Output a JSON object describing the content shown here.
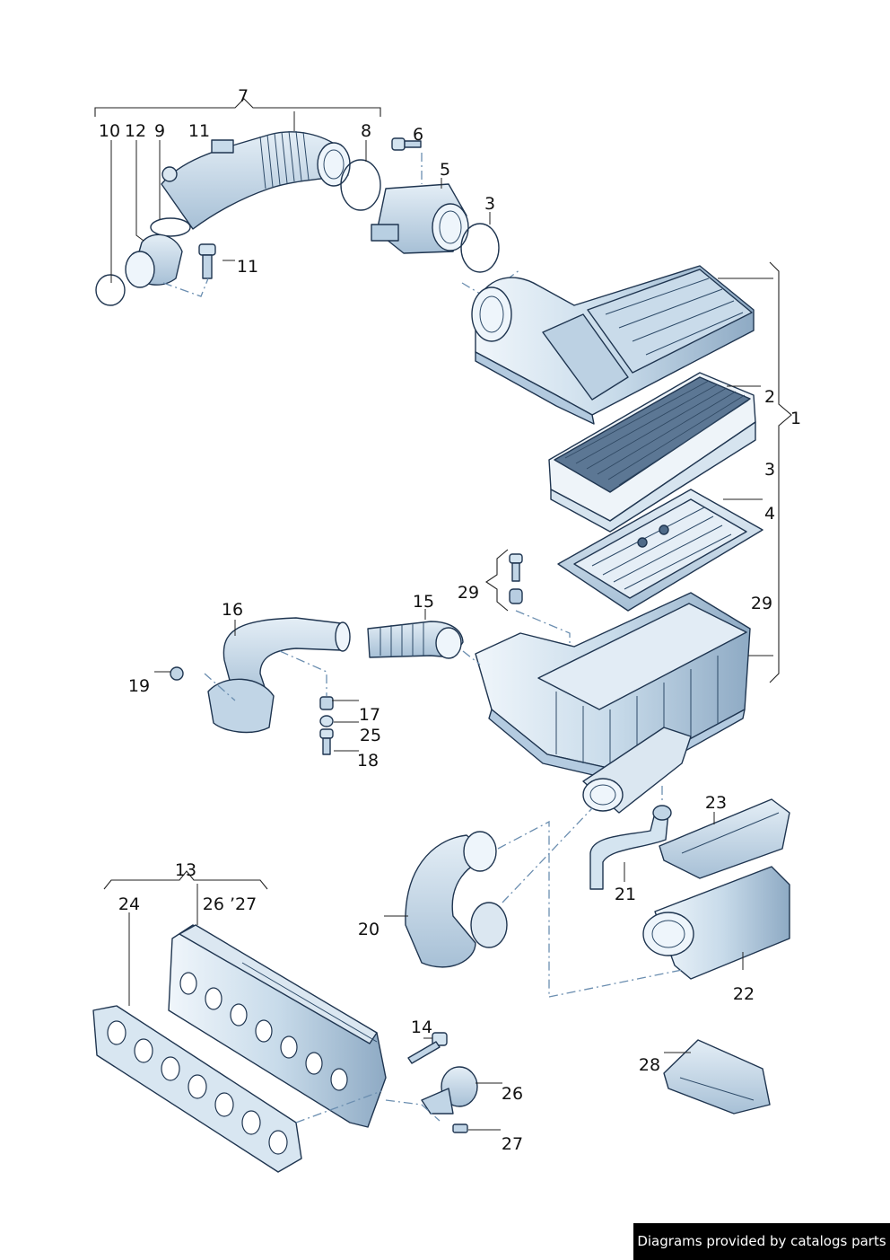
{
  "diagram": {
    "labels": [
      {
        "id": "p7",
        "text": "7"
      },
      {
        "id": "p10",
        "text": "10"
      },
      {
        "id": "p12",
        "text": "12"
      },
      {
        "id": "p9",
        "text": "9"
      },
      {
        "id": "p11a",
        "text": "11"
      },
      {
        "id": "p8",
        "text": "8"
      },
      {
        "id": "p6",
        "text": "6"
      },
      {
        "id": "p5",
        "text": "5"
      },
      {
        "id": "p3a",
        "text": "3"
      },
      {
        "id": "p11b",
        "text": "11"
      },
      {
        "id": "p2",
        "text": "2"
      },
      {
        "id": "p1",
        "text": "1"
      },
      {
        "id": "p3b",
        "text": "3"
      },
      {
        "id": "p4",
        "text": "4"
      },
      {
        "id": "p29a",
        "text": "29"
      },
      {
        "id": "p29b",
        "text": "29"
      },
      {
        "id": "p16",
        "text": "16"
      },
      {
        "id": "p15",
        "text": "15"
      },
      {
        "id": "p19",
        "text": "19"
      },
      {
        "id": "p17",
        "text": "17"
      },
      {
        "id": "p25",
        "text": "25"
      },
      {
        "id": "p18",
        "text": "18"
      },
      {
        "id": "p23",
        "text": "23"
      },
      {
        "id": "p21",
        "text": "21"
      },
      {
        "id": "p20",
        "text": "20"
      },
      {
        "id": "p22",
        "text": "22"
      },
      {
        "id": "p13",
        "text": "13"
      },
      {
        "id": "p24",
        "text": "24"
      },
      {
        "id": "p2627",
        "text": "26 ’27"
      },
      {
        "id": "p14",
        "text": "14"
      },
      {
        "id": "p26",
        "text": "26"
      },
      {
        "id": "p27",
        "text": "27"
      },
      {
        "id": "p28",
        "text": "28"
      }
    ]
  },
  "footer": {
    "credit": "Diagrams provided by catalogs parts"
  },
  "colors": {
    "part_fill": "#d4e4f0",
    "part_shade": "#a9c3d9",
    "outline": "#1f3550",
    "leader": "#222222",
    "dash": "#6b8eb0"
  }
}
